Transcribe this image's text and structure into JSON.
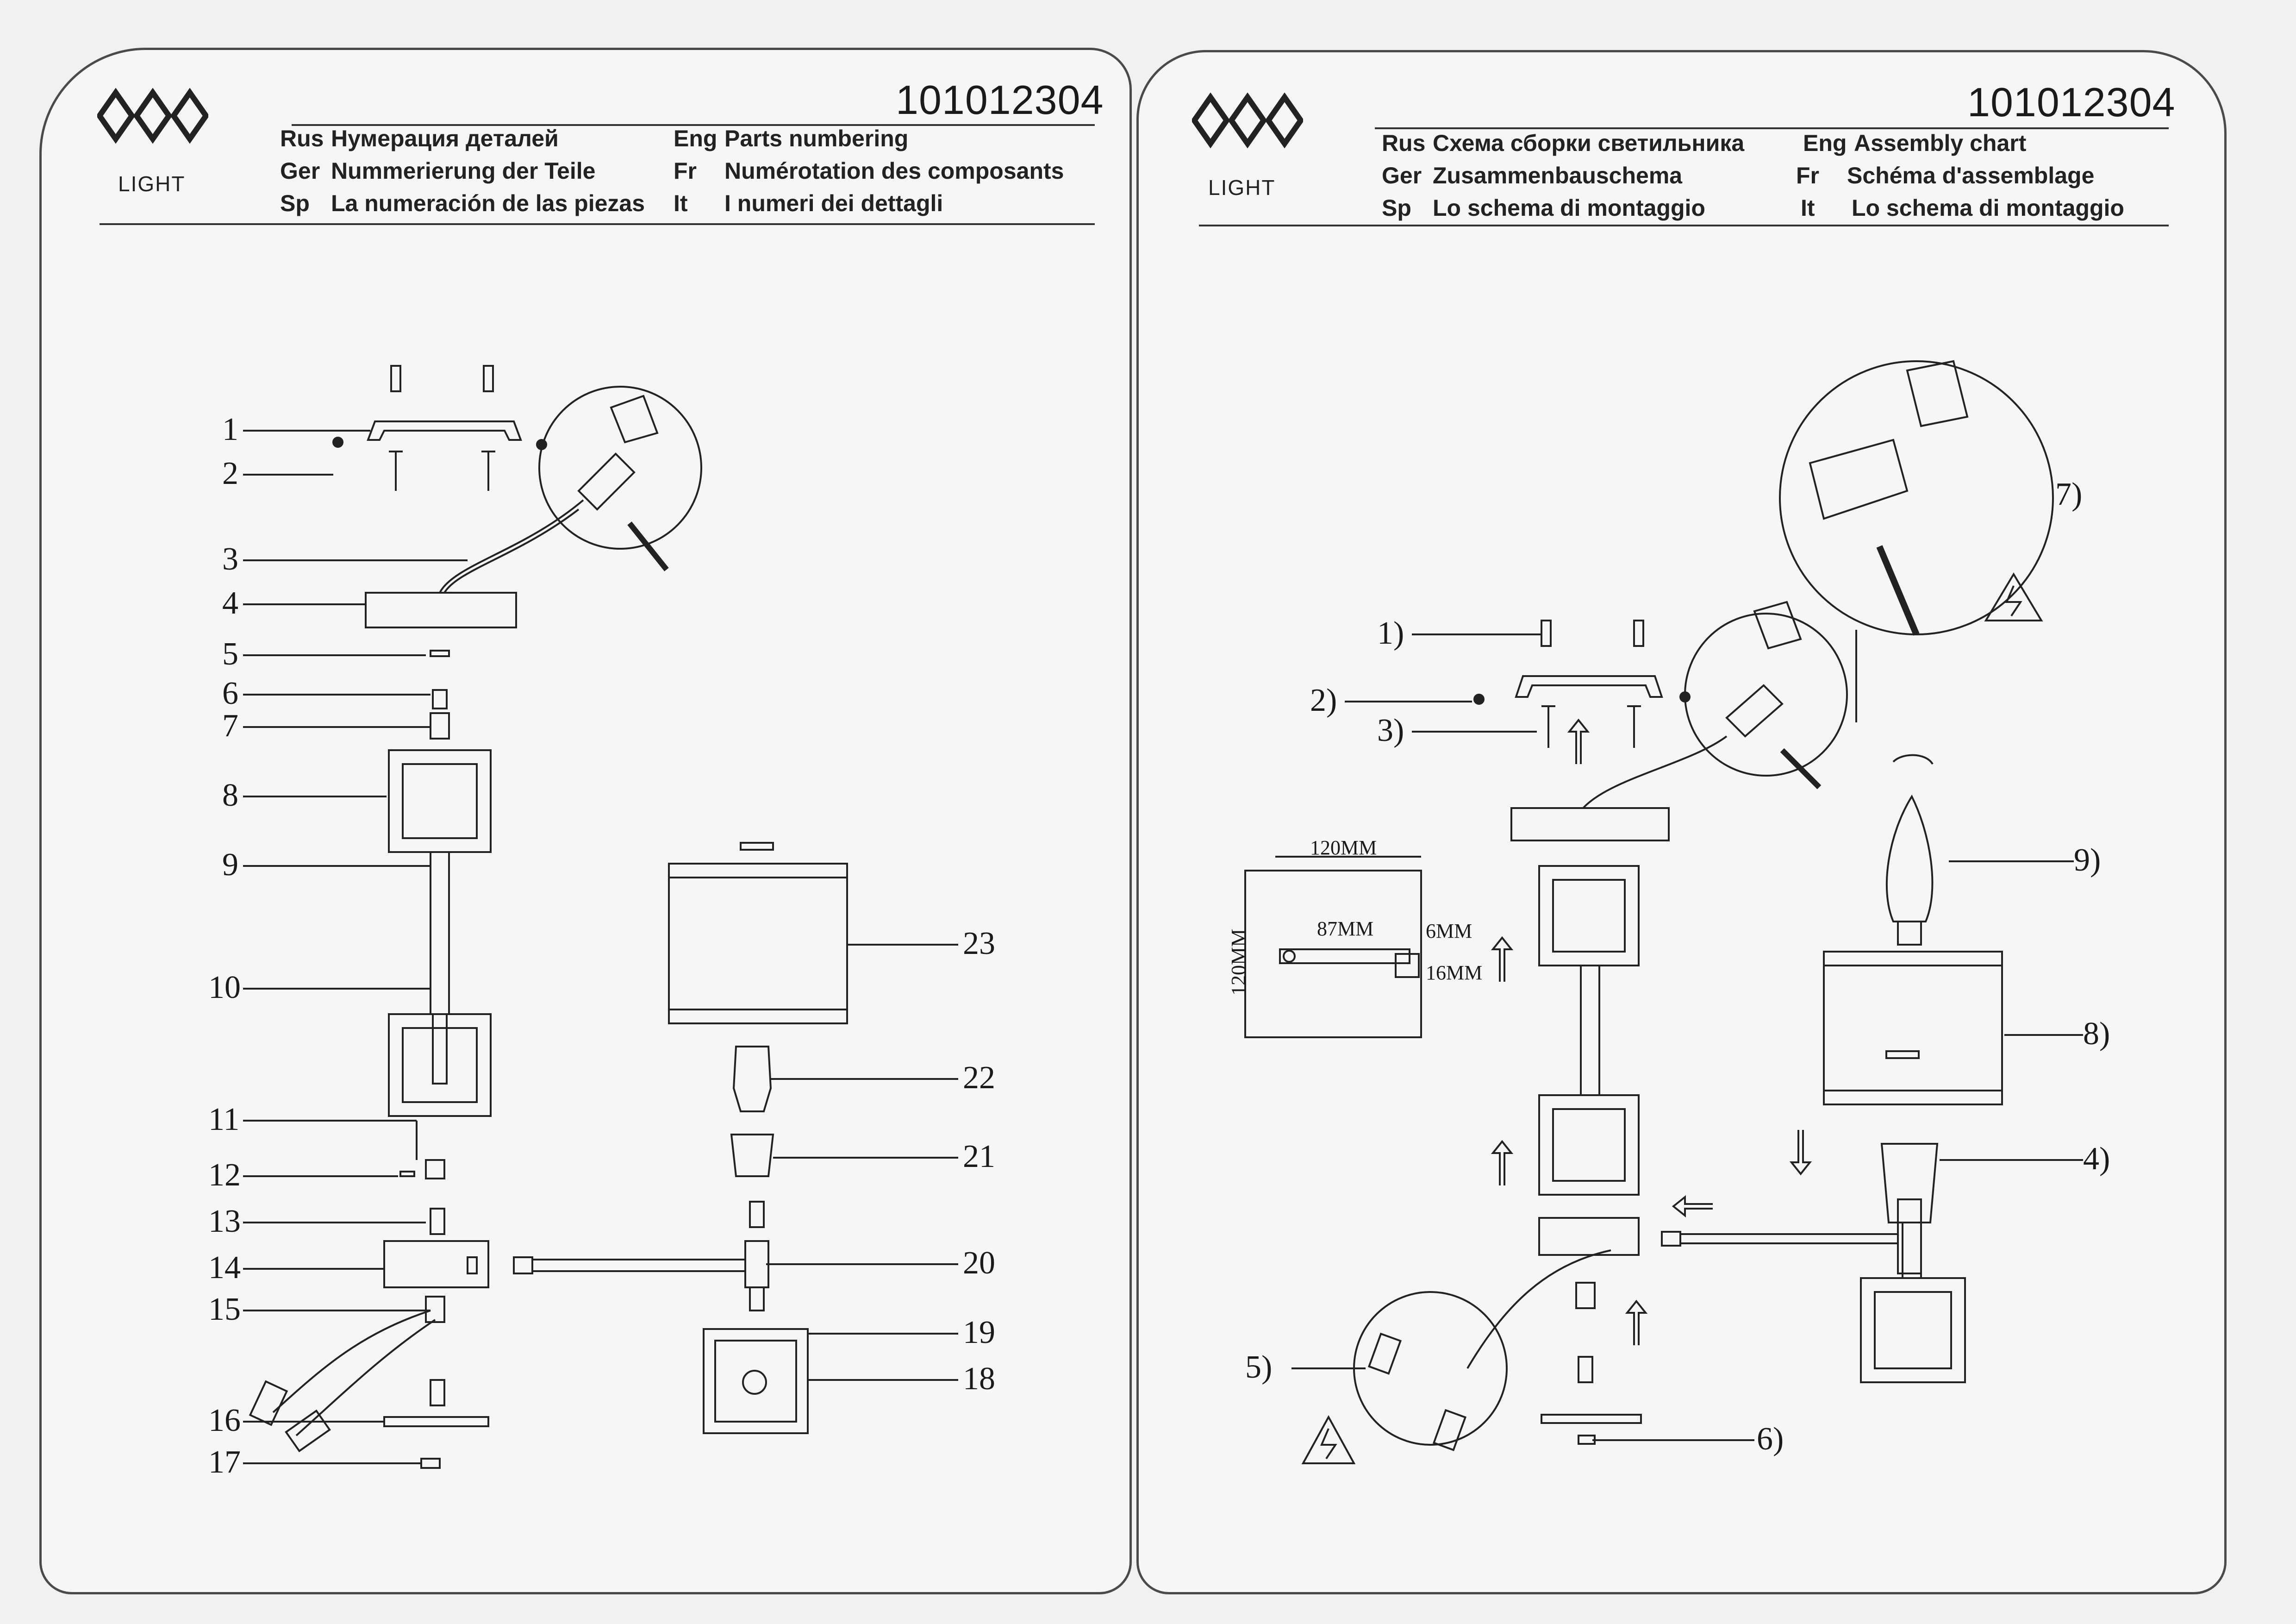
{
  "left": {
    "logo_text": "LIGHT",
    "code": "101012304",
    "headers": [
      {
        "lang": "Rus",
        "text": "Нумерация деталей"
      },
      {
        "lang": "Eng",
        "text": "Parts numbering"
      },
      {
        "lang": "Ger",
        "text": "Nummerierung der Teile"
      },
      {
        "lang": "Fr",
        "text": "Numérotation des composants"
      },
      {
        "lang": "Sp",
        "text": "La numeración de las piezas"
      },
      {
        "lang": "It",
        "text": "I numeri dei dettagli"
      }
    ],
    "part_numbers": [
      "1",
      "2",
      "3",
      "4",
      "5",
      "6",
      "7",
      "8",
      "9",
      "10",
      "11",
      "12",
      "13",
      "14",
      "15",
      "16",
      "17",
      "18",
      "19",
      "20",
      "21",
      "22",
      "23"
    ]
  },
  "right": {
    "logo_text": "LIGHT",
    "code": "101012304",
    "headers": [
      {
        "lang": "Rus",
        "text": "Схема сборки светильника"
      },
      {
        "lang": "Eng",
        "text": "Assembly chart"
      },
      {
        "lang": "Ger",
        "text": "Zusammenbauschema"
      },
      {
        "lang": "Fr",
        "text": "Schéma d'assemblage"
      },
      {
        "lang": "Sp",
        "text": "Lo schema di montaggio"
      },
      {
        "lang": "It",
        "text": "Lo schema di montaggio"
      }
    ],
    "step_labels": [
      "1)",
      "2)",
      "3)",
      "4)",
      "5)",
      "6)",
      "7)",
      "8)",
      "9)"
    ],
    "dimensions": {
      "width": "120MM",
      "height": "120MM",
      "hole_spacing": "87MM",
      "slot_width": "6MM",
      "slot_length": "16MM"
    }
  }
}
